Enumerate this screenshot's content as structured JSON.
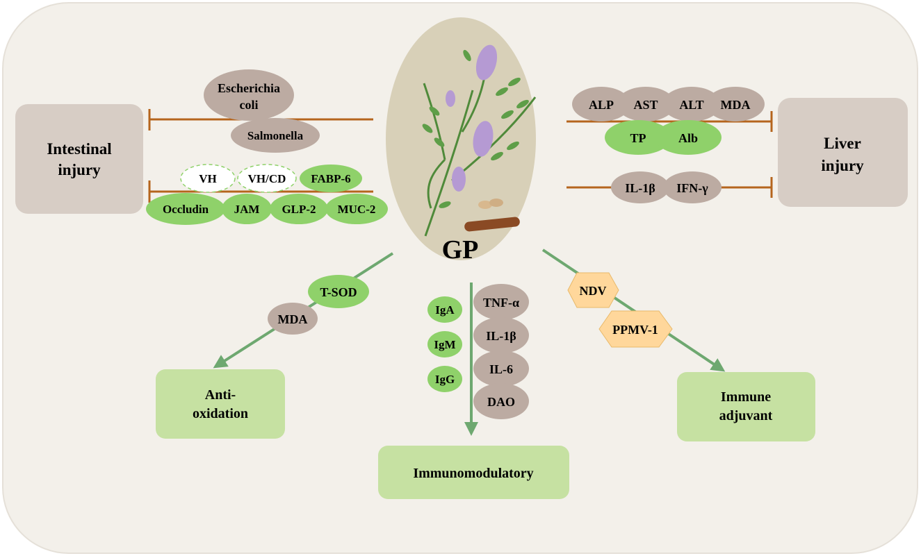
{
  "center": {
    "label": "GP"
  },
  "boxes": {
    "intestinal": [
      "Intestinal",
      "injury"
    ],
    "liver": [
      "Liver",
      "injury"
    ],
    "antioxidation": [
      "Anti-",
      "oxidation"
    ],
    "immunomodulatory": [
      "Immunomodulatory"
    ],
    "adjuvant": [
      "Immune",
      "adjuvant"
    ]
  },
  "intestinal_bacteria": {
    "escherichia": [
      "Escherichia",
      "coli"
    ],
    "salmonella": "Salmonella"
  },
  "intestinal_markers": {
    "vh": "VH",
    "vhcd": "VH/CD",
    "fabp6": "FABP-6",
    "occludin": "Occludin",
    "jam": "JAM",
    "glp2": "GLP-2",
    "muc2": "MUC-2"
  },
  "liver_markers": {
    "alp": "ALP",
    "ast": "AST",
    "alt": "ALT",
    "mda": "MDA",
    "tp": "TP",
    "alb": "Alb",
    "il1b": "IL-1β",
    "ifng": "IFN-γ"
  },
  "antiox_markers": {
    "tsod": "T-SOD",
    "mda": "MDA"
  },
  "immuno_markers": {
    "iga": "IgA",
    "igm": "IgM",
    "igg": "IgG",
    "tnfa": "TNF-α",
    "il1b": "IL-1β",
    "il6": "IL-6",
    "dao": "DAO"
  },
  "vaccines": {
    "ndv": "NDV",
    "ppmv": "PPMV-1"
  },
  "colors": {
    "background": "#f3f0ea",
    "grey_box": "#d7cdc5",
    "green_box": "#c6e1a2",
    "brown_ellipse": "#bcaba2",
    "green_ellipse": "#8fd16a",
    "inhibit_line": "#b5651d",
    "arrow": "#6ea870",
    "hexagon": "#ffd79b"
  }
}
